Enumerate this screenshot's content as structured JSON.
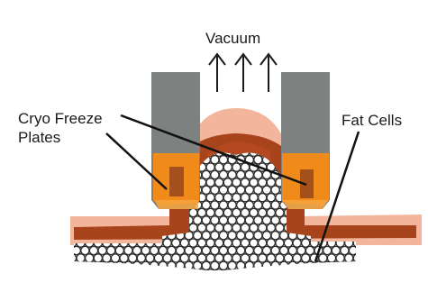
{
  "labels": {
    "vacuum": "Vacuum",
    "plates_line1": "Cryo Freeze",
    "plates_line2": "Plates",
    "fat_cells": "Fat Cells"
  },
  "colors": {
    "background": "#ffffff",
    "skin": "#f3b69c",
    "skin_dark": "#b4491f",
    "tissue_band": "#a8441c",
    "plate_gray": "#7d8281",
    "plate_orange": "#f08a1b",
    "plate_inner": "#a3501c",
    "fat_cell": "#ffffff",
    "fat_cell_outline": "#2b2b2b",
    "arrow": "#1a1a1a"
  }
}
